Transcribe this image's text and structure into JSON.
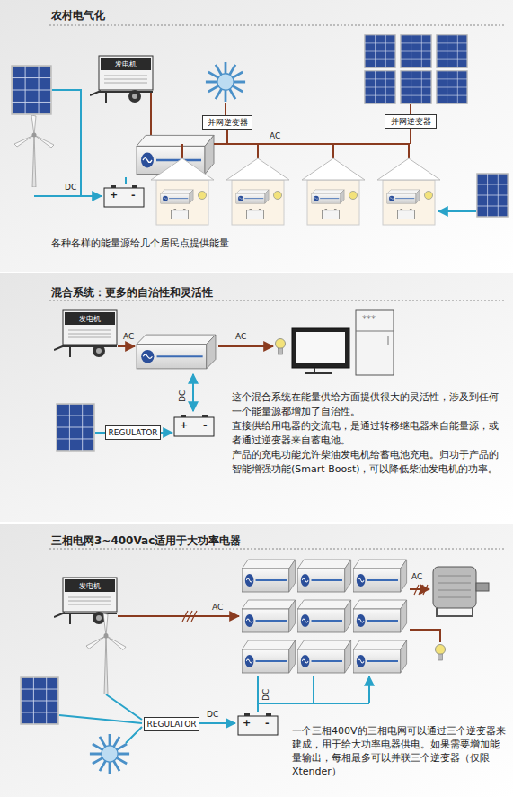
{
  "diagram": {
    "title": "农村电气化",
    "nodes": [
      {
        "text": [
          "发电机"
        ]
      },
      {
        "text": [
          "并网逆变器"
        ]
      },
      {
        "text": [
          "并网逆变器"
        ]
      },
      {
        "text": [
          "发电机"
        ]
      },
      {
        "text": [
          "REGULATOR"
        ]
      },
      {
        "text": [
          "发电机"
        ]
      },
      {
        "text": [
          "REGULATOR"
        ]
      }
    ],
    "labels": [
      "AC",
      "DC",
      "+",
      "-",
      "各种各样的能量源给几个居民点提供能量",
      "混合系统：更多的自治性和灵活性",
      "AC",
      "AC",
      "DC",
      "***",
      "+",
      "-",
      "这个混合系统在能量供给方面提供很大的灵活性，涉及到任何一个能量源都增加了自治性。",
      "直接供给用电器的交流电，是通过转移继电器来自能量源，或者通过逆变器来自蓄电池。",
      "产品的充电功能允许柴油发电机给蓄电池充电。归功于产品的智能增强功能(Smart-Boost)，可以降低柴油发电机的功率。",
      "三相电网3~400Vac适用于大功率电器",
      "AC",
      "AC",
      "DC",
      "DC",
      "+",
      "-",
      "一个三相400V的三相电网可以通过三个逆变器来建成，用于给大功率电器供电。如果需要增加能量输出，每相最多可以并联三个逆变器（仅限Xtender）"
    ]
  }
}
